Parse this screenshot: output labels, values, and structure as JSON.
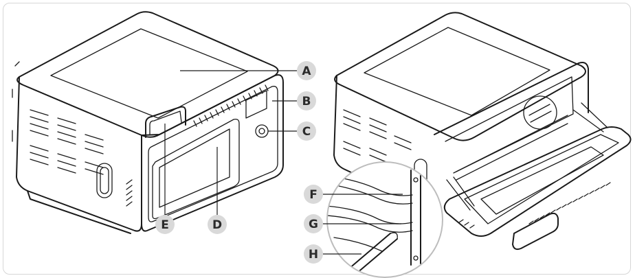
{
  "callouts": {
    "a": "A",
    "b": "B",
    "c": "C",
    "d": "D",
    "e": "E",
    "f": "F",
    "g": "G",
    "h": "H"
  },
  "colors": {
    "badge_fill": "#d9d9d9",
    "line": "#1a1a1a",
    "frame_border": "#d6d6d6"
  },
  "icons": {
    "left_unit": "air-fryer-oven-closed-illustration",
    "right_unit": "air-fryer-oven-open-door-illustration",
    "detail": "rack-position-magnifier-illustration"
  }
}
